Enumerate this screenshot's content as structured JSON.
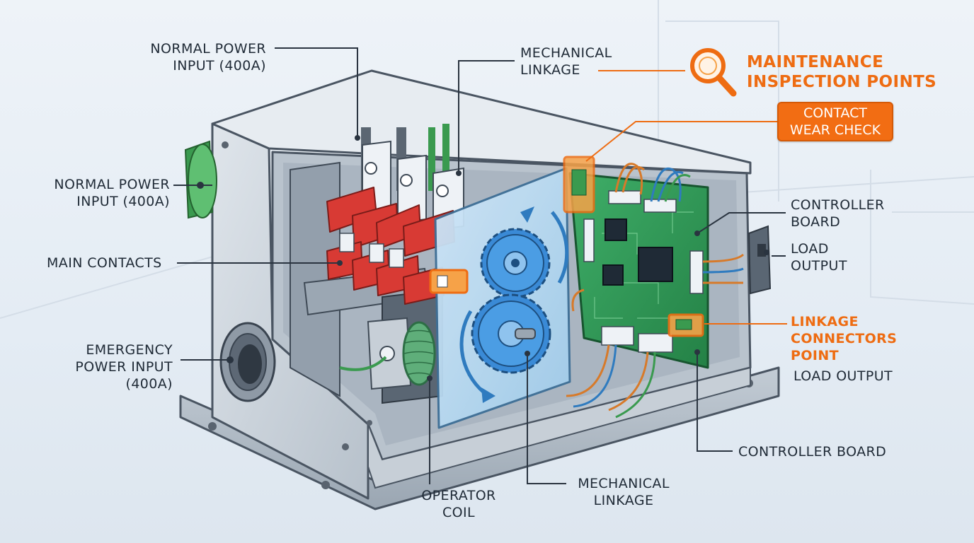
{
  "labels": {
    "normal_power_top": [
      "NORMAL POWER",
      "INPUT (400A)"
    ],
    "normal_power_left": [
      "NORMAL POWER",
      "INPUT (400A)"
    ],
    "main_contacts": "MAIN CONTACTS",
    "emergency_power": [
      "EMERGENCY",
      "POWER INPUT",
      "(400A)"
    ],
    "mechanical_linkage_top": [
      "MECHANICAL",
      "LINKAGE"
    ],
    "maintenance": [
      "MAINTENANCE",
      "INSPECTION POINTS"
    ],
    "contact_wear": [
      "CONTACT",
      "WEAR CHECK"
    ],
    "controller_board_right": [
      "CONTROLLER",
      "BOARD"
    ],
    "load_output_right": [
      "LOAD",
      "OUTPUT"
    ],
    "linkage_connectors": [
      "LINKAGE",
      "CONNECTORS",
      "POINT"
    ],
    "load_output_lower": "LOAD OUTPUT",
    "controller_board_bottom": "CONTROLLER BOARD",
    "operator_coil": [
      "OPERATOR",
      "COIL"
    ],
    "mechanical_linkage_bottom": [
      "MECHANICAL",
      "LINKAGE"
    ]
  },
  "icons": {
    "inspection": "magnifier-icon"
  },
  "colors": {
    "accent": "#ee6c12",
    "enclosure": "#c9d1d9",
    "contacts": "#d83a34",
    "gear": "#3a8ad6",
    "board": "#2f9a57",
    "leader": "#2a3440"
  }
}
